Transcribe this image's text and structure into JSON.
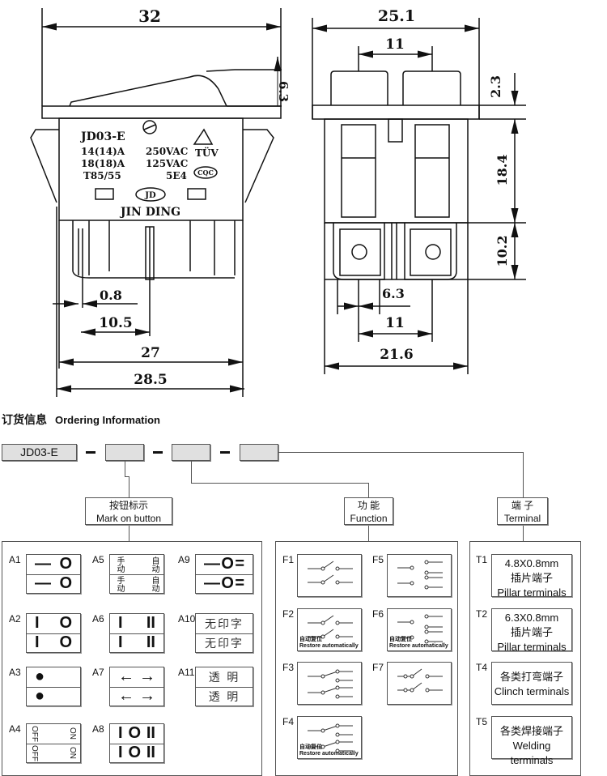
{
  "drawing_left": {
    "dims": {
      "width_top": "32",
      "rocker_height": "6.3",
      "pin_thickness": "0.8",
      "pin_offset": "10.5",
      "body_width": "27",
      "overall_width": "28.5"
    },
    "label": {
      "model": "JD03-E",
      "rating1": "14(14)A",
      "voltage1": "250VAC",
      "rating2": "18(18)A",
      "voltage2": "125VAC",
      "temp": "T85/55",
      "code": "5E4",
      "cert1": "TÜV",
      "cert2": "CQC",
      "logo": "JD",
      "brand": "JIN DING"
    }
  },
  "drawing_right": {
    "dims": {
      "width_top": "25.1",
      "button_spacing": "11",
      "flange": "2.3",
      "body_height": "18.4",
      "terminal_height": "10.2",
      "terminal_width": "6.3",
      "terminal_spacing": "11",
      "body_width": "21.6"
    }
  },
  "ordering": {
    "title_cn": "订货信息",
    "title_en": "Ordering Information",
    "model": "JD03-E",
    "groups": [
      {
        "cn": "按钮标示",
        "en": "Mark on button"
      },
      {
        "cn": "功 能",
        "en": "Function"
      },
      {
        "cn": "端 子",
        "en": "Terminal"
      }
    ],
    "marks": [
      {
        "id": "A1",
        "row": [
          "—",
          "O"
        ]
      },
      {
        "id": "A5",
        "vertical": [
          "手动",
          "自动"
        ]
      },
      {
        "id": "A9",
        "row": [
          "—",
          "O",
          "="
        ]
      },
      {
        "id": "A2",
        "row": [
          "I",
          "O"
        ]
      },
      {
        "id": "A6",
        "row": [
          "I",
          "II"
        ]
      },
      {
        "id": "A10",
        "text": "无印字"
      },
      {
        "id": "A3",
        "row": [
          "●"
        ]
      },
      {
        "id": "A7",
        "row": [
          "←",
          "→"
        ]
      },
      {
        "id": "A11",
        "text": "透  明"
      },
      {
        "id": "A4",
        "vertical": [
          "OFF",
          "ON"
        ]
      },
      {
        "id": "A8",
        "row": [
          "I",
          "O",
          "II"
        ]
      }
    ],
    "functions": [
      {
        "id": "F1"
      },
      {
        "id": "F5"
      },
      {
        "id": "F2",
        "caption_cn": "自动复位",
        "caption_en": "Restore automatically"
      },
      {
        "id": "F6",
        "caption_cn": "自动复位",
        "caption_en": "Restore automatically"
      },
      {
        "id": "F3"
      },
      {
        "id": "F7"
      },
      {
        "id": "F4",
        "caption_cn": "自动复位",
        "caption_en": "Restore automatically"
      }
    ],
    "terminals": [
      {
        "id": "T1",
        "l1": "4.8X0.8mm",
        "l2": "插片端子",
        "l3": "Pillar terminals"
      },
      {
        "id": "T2",
        "l1": "6.3X0.8mm",
        "l2": "插片端子",
        "l3": "Pillar terminals"
      },
      {
        "id": "T4",
        "l2": "各类打弯端子",
        "l3": "Clinch terminals"
      },
      {
        "id": "T5",
        "l2": "各类焊接端子",
        "l3": "Welding terminals"
      }
    ]
  }
}
